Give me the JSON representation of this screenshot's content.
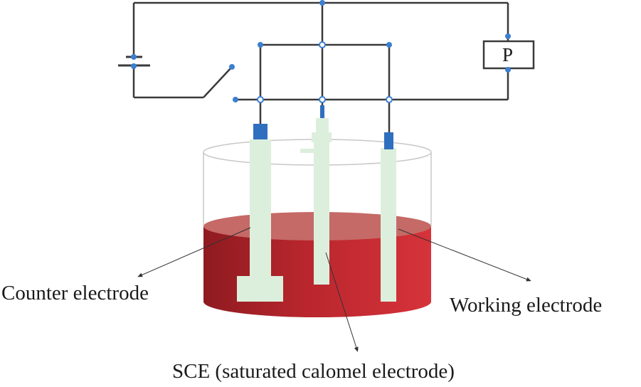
{
  "labels": {
    "meter": "P",
    "counter_electrode": "Counter electrode",
    "working_electrode": "Working electrode",
    "reference_electrode": "SCE (saturated calomel electrode)"
  },
  "colors": {
    "wire": "#3a3a3a",
    "terminal_dot": "#3b7fd0",
    "electrode_body": "#dcefdc",
    "electrode_cap": "#2f6fbf",
    "electrolyte": "#b2252c",
    "electrolyte_surface": "#c56a66",
    "beaker_outline": "#c8c8c8"
  }
}
